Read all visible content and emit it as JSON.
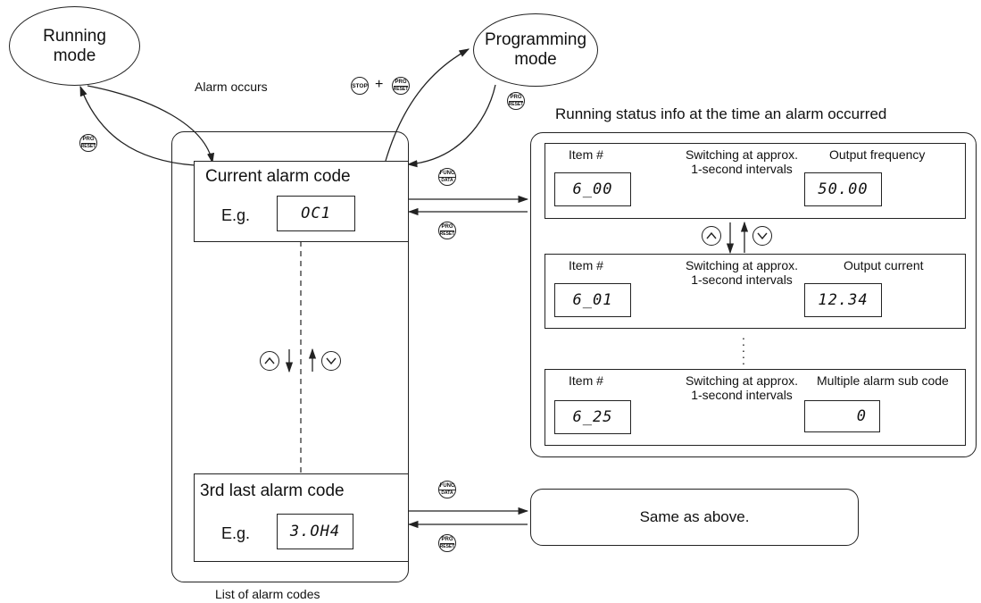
{
  "modes": {
    "running": [
      "Running",
      "mode"
    ],
    "programming": [
      "Programming",
      "mode"
    ]
  },
  "alarm_occurs": "Alarm occurs",
  "heading": "Running status info at the time an alarm occurred",
  "list_caption": "List of alarm codes",
  "keys": {
    "prg": [
      "PRG",
      "RESET"
    ],
    "func": [
      "FUNC",
      "DATA"
    ],
    "stop": "STOP",
    "plus": "+"
  },
  "alarm_boxes": [
    {
      "title": "Current alarm code",
      "eg": "E.g.",
      "display": "OC1"
    },
    {
      "title": "3rd last alarm code",
      "eg": "E.g.",
      "display": "3.OH4"
    }
  ],
  "status_rows": [
    {
      "item_label": "Item #",
      "item_display": "6_00",
      "switch": [
        "Switching at approx.",
        "1-second intervals"
      ],
      "value_label": "Output frequency",
      "value_display": "50.00"
    },
    {
      "item_label": "Item #",
      "item_display": "6_01",
      "switch": [
        "Switching at approx.",
        "1-second intervals"
      ],
      "value_label": "Output current",
      "value_display": "12.34"
    },
    {
      "item_label": "Item #",
      "item_display": "6_25",
      "switch": [
        "Switching at approx.",
        "1-second intervals"
      ],
      "value_label": "Multiple alarm sub code",
      "value_display": "0"
    }
  ],
  "same_as_above": "Same as above.",
  "icons": [
    "up-key-icon",
    "down-key-icon",
    "prg-reset-key-icon",
    "func-data-key-icon",
    "stop-key-icon"
  ]
}
